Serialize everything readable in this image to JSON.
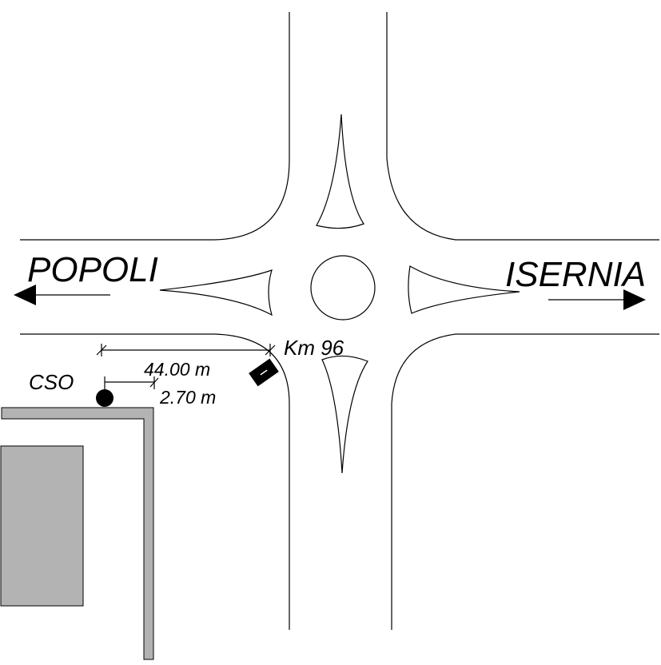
{
  "labels": {
    "west_direction": "POPOLI",
    "east_direction": "ISERNIA",
    "kilometer_marker": "Km 96",
    "station": "CSO",
    "distance_along_road": "44.00 m",
    "distance_from_edge": "2.70 m"
  },
  "colors": {
    "ink": "#000000",
    "building_fill": "#b3b3b3",
    "background": "#ffffff"
  },
  "icons": {
    "west_arrow": "arrow-left-icon",
    "east_arrow": "arrow-right-icon",
    "station_marker": "filled-circle-icon",
    "sensor": "rotated-rectangle-icon"
  }
}
